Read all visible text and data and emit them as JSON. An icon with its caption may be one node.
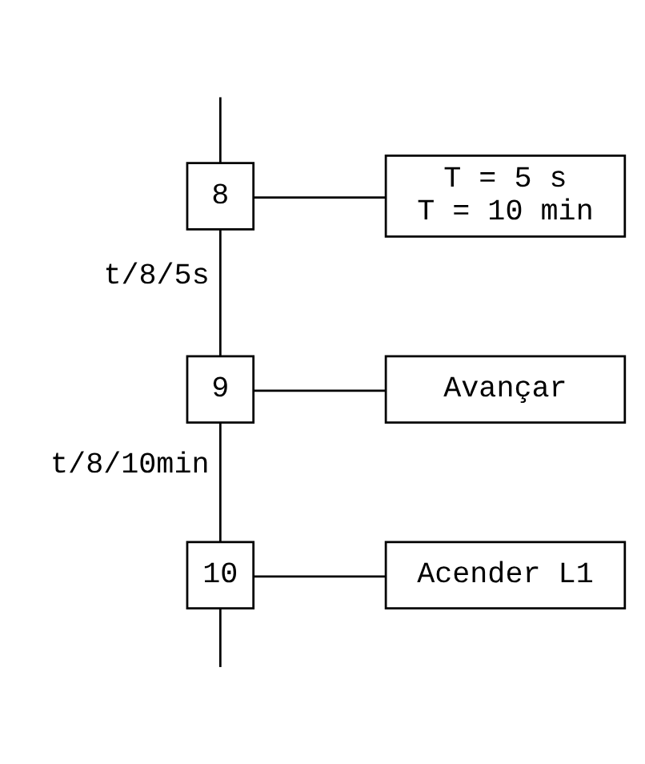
{
  "diagram": {
    "nodes": [
      {
        "text": [
          "8"
        ]
      },
      {
        "text": [
          "T = 5 s",
          "T = 10 min"
        ]
      },
      {
        "text": [
          "9"
        ]
      },
      {
        "text": [
          "Avançar"
        ]
      },
      {
        "text": [
          "10"
        ]
      },
      {
        "text": [
          "Acender L1"
        ]
      }
    ],
    "edges": [
      {
        "from": null,
        "to": 0,
        "arrow": "none"
      },
      {
        "from": 0,
        "to": 1,
        "arrow": "none"
      },
      {
        "from": 0,
        "to": 2,
        "arrow": "none",
        "label": "t/8/5s"
      },
      {
        "from": 2,
        "to": 3,
        "arrow": "none"
      },
      {
        "from": 2,
        "to": 4,
        "arrow": "none",
        "label": "t/8/10min"
      },
      {
        "from": 4,
        "to": 5,
        "arrow": "none"
      },
      {
        "from": 4,
        "to": null,
        "arrow": "none"
      }
    ]
  }
}
